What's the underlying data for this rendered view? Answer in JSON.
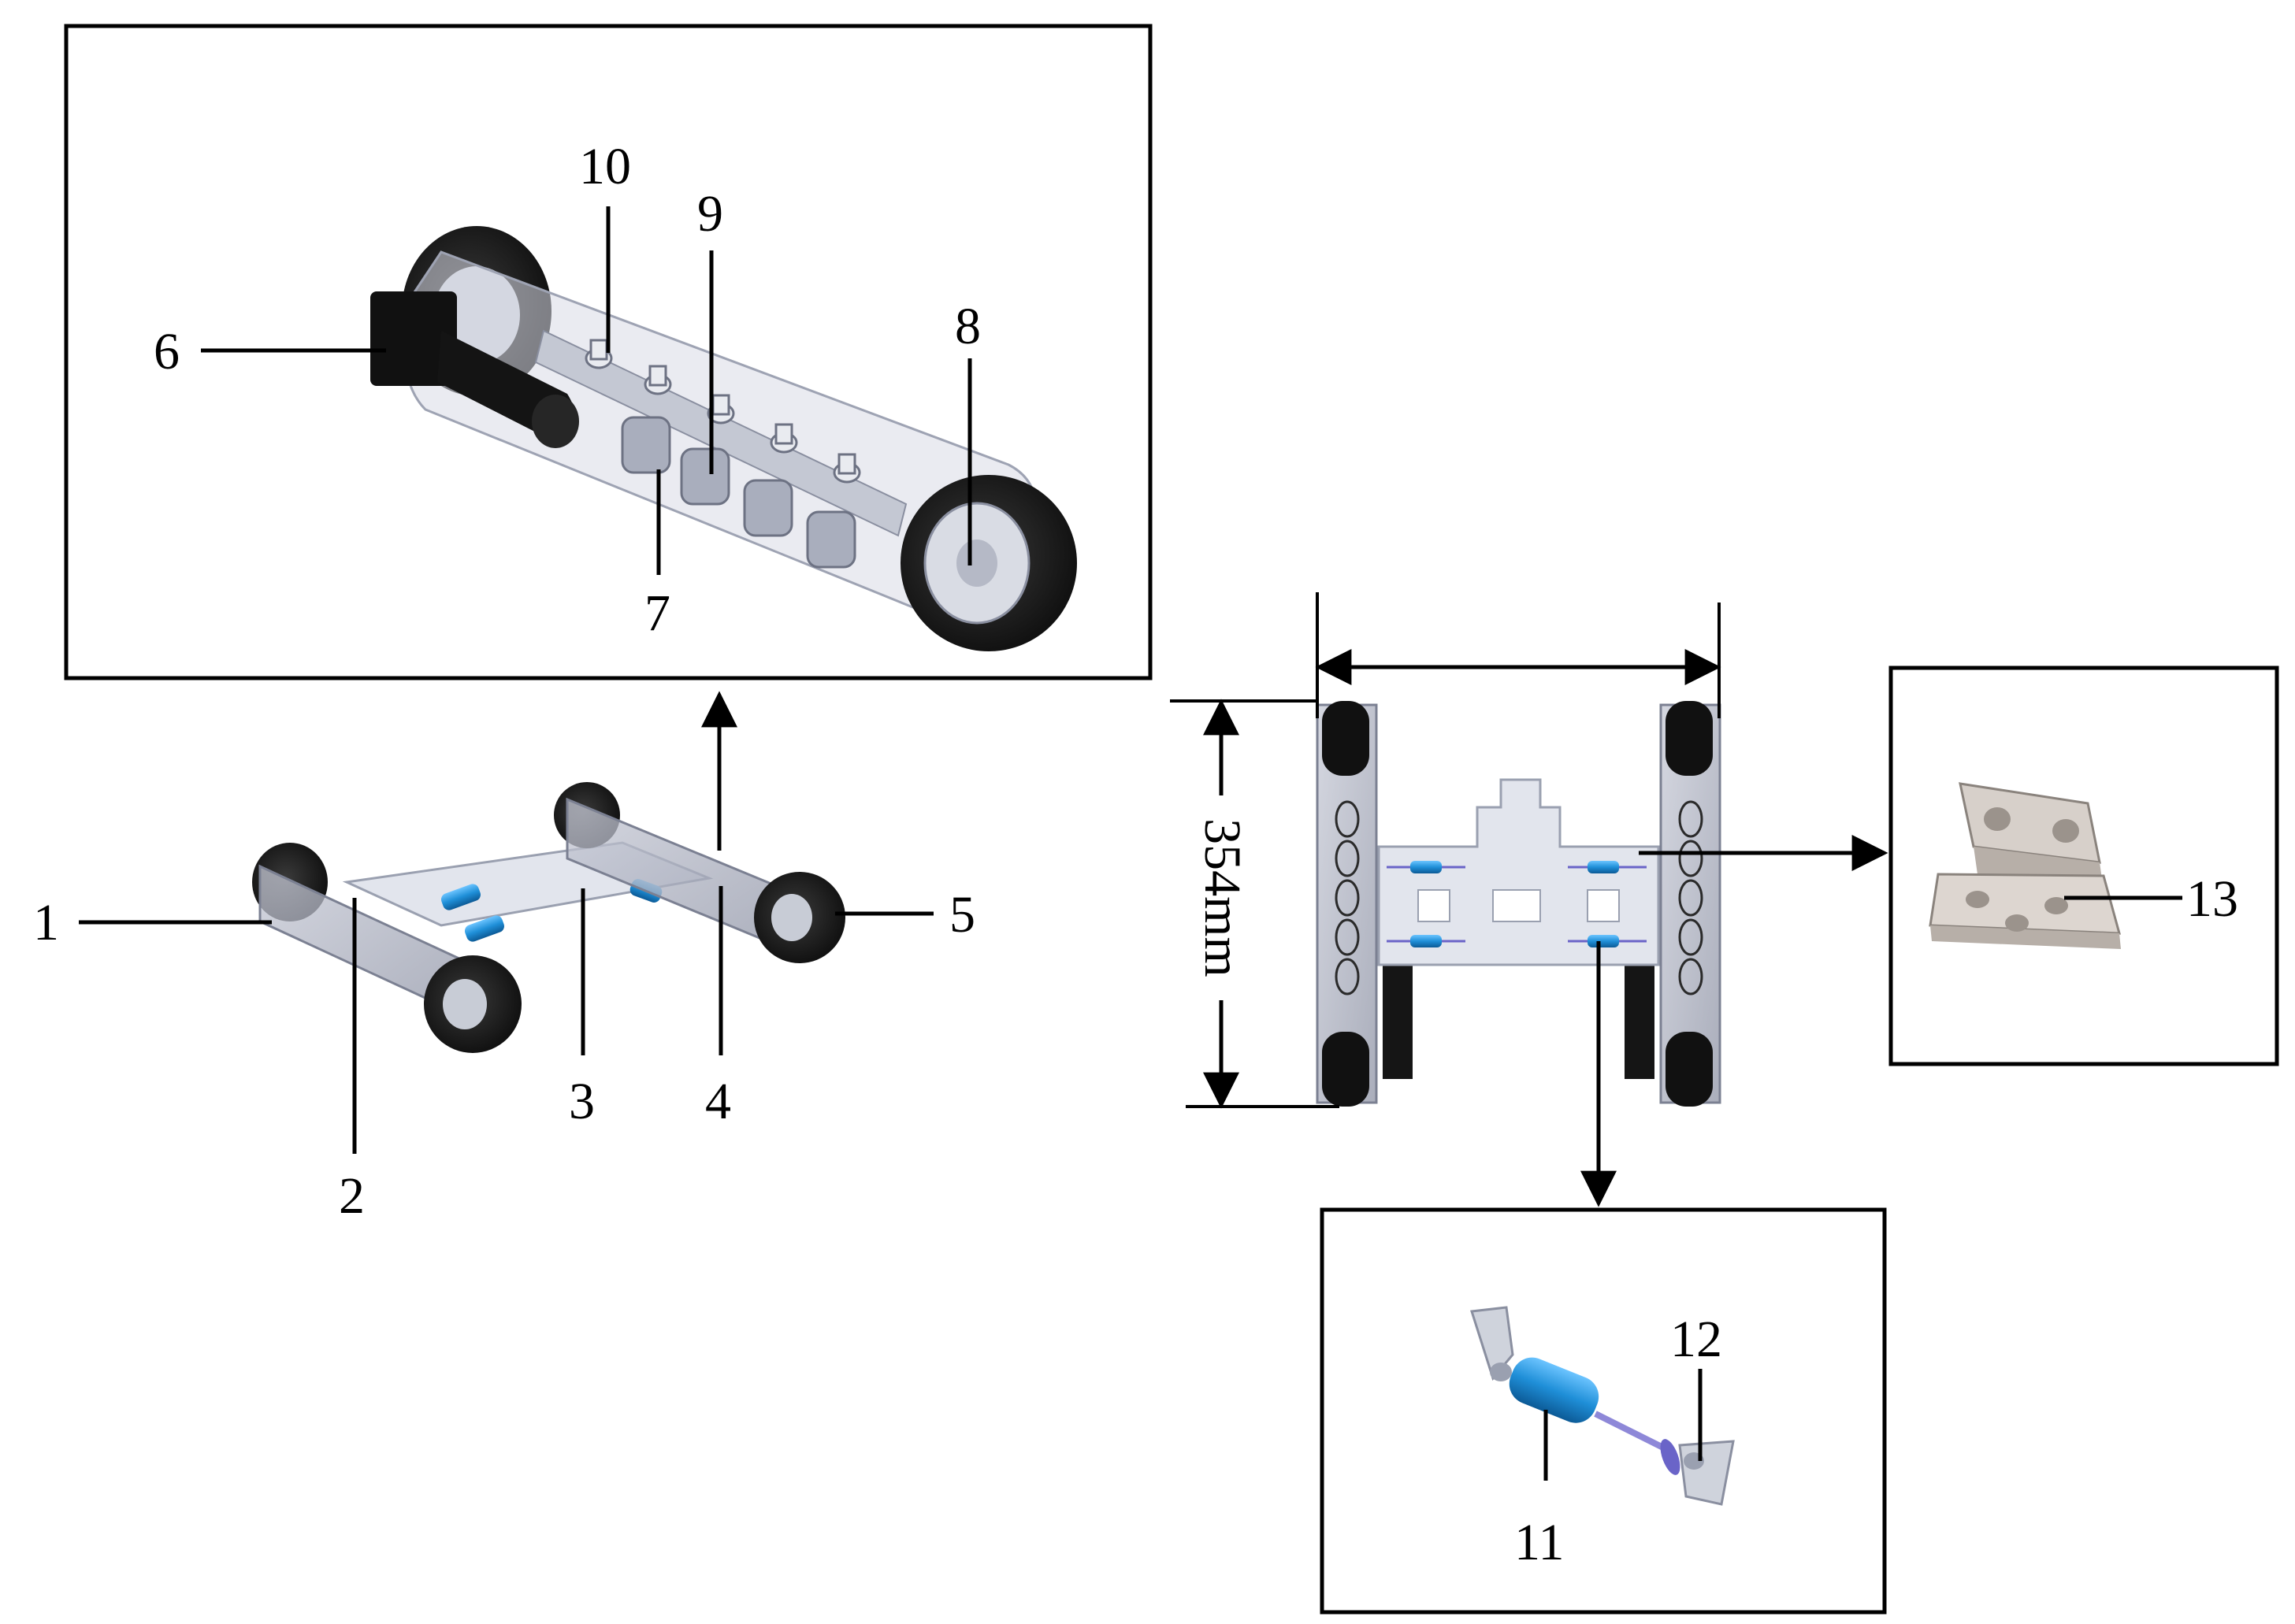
{
  "labels": {
    "l1": "1",
    "l2": "2",
    "l3": "3",
    "l4": "4",
    "l5": "5",
    "l6": "6",
    "l7": "7",
    "l8": "8",
    "l9": "9",
    "l10": "10",
    "l11": "11",
    "l12": "12",
    "l13": "13"
  },
  "dimension_label": "354mm",
  "colors": {
    "line": "#000000",
    "wheel": "#1c1c1c",
    "track_frame": "#9aa0b0",
    "frame_light": "#c9cdd8",
    "plate": "#dfe2ea",
    "cylinder_blue": "#1f8fd8",
    "hinge": "#cfc8c2"
  }
}
